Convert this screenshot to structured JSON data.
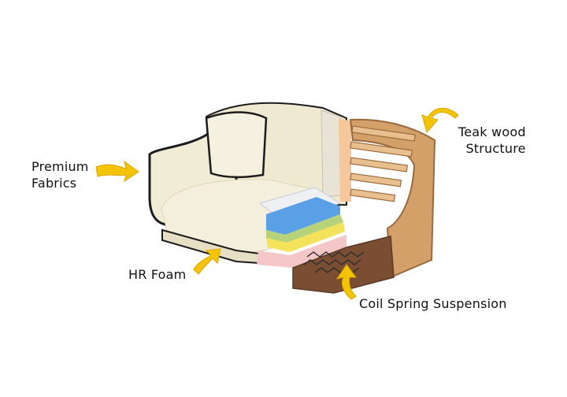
{
  "labels": {
    "premium_fabrics": [
      "Premium",
      "Fabrics"
    ],
    "hr_foam": "HR Foam",
    "teak_wood": [
      "Teak wood",
      "Structure"
    ],
    "coil_spring": "Coil Spring Suspension"
  },
  "colors": {
    "arrow": "#f5c400",
    "arrow_outline": "#d9a700",
    "fabric": "#f0ecd6",
    "fabric_shade": "#ddd6b6",
    "piping": "#1c1c1c",
    "wood": "#d4a06a",
    "wood_dark": "#9a6a3c",
    "foam_blue": "#5aa0e6",
    "foam_yellow": "#f3e25a",
    "foam_green": "#b6d37a",
    "foam_pink": "#f4c6c8",
    "batting_orange": "#f6c79a",
    "base_brown": "#7a4e33"
  },
  "icons": [
    "arrow-icon"
  ]
}
